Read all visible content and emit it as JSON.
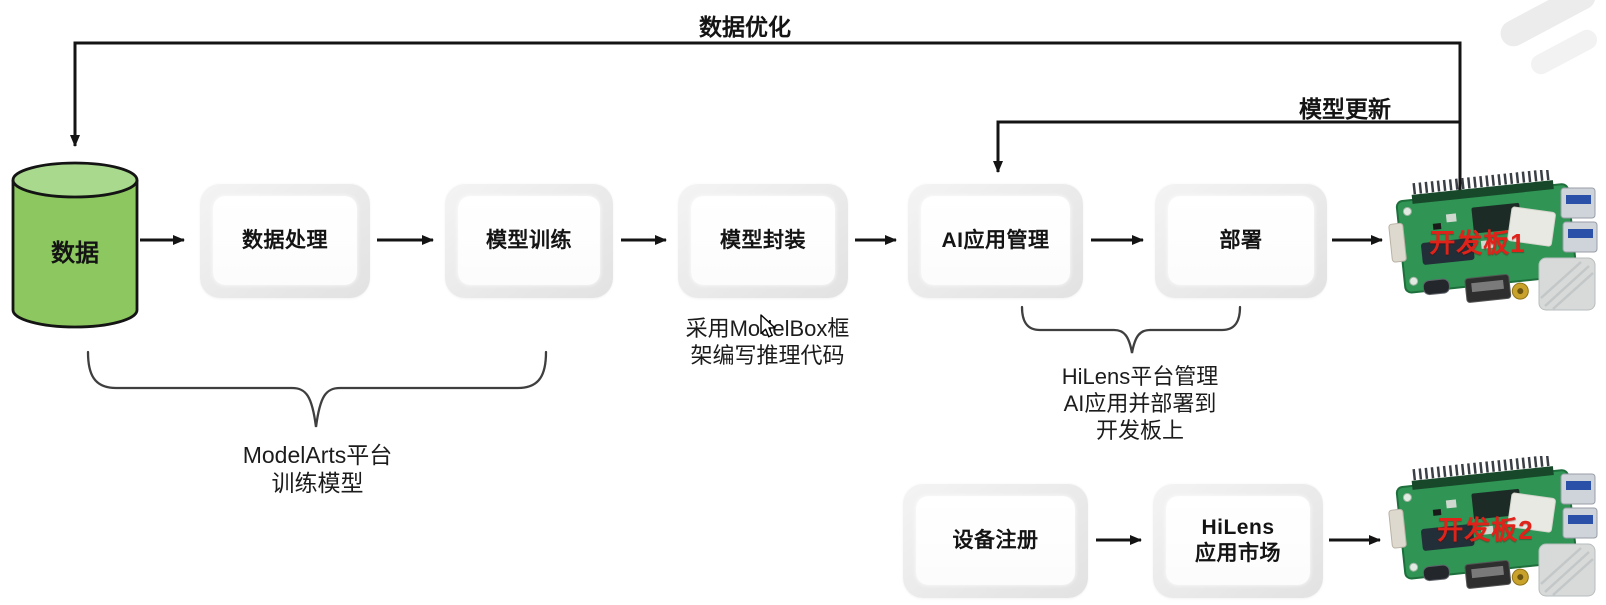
{
  "diagram": {
    "top_feedback_label": "数据优化",
    "model_update_label": "模型更新",
    "database": {
      "label": "数据"
    },
    "main_flow": [
      {
        "id": "data-processing",
        "label": "数据处理"
      },
      {
        "id": "model-training",
        "label": "模型训练"
      },
      {
        "id": "model-packaging",
        "label": "模型封装"
      },
      {
        "id": "ai-app-management",
        "label": "AI应用管理"
      },
      {
        "id": "deployment",
        "label": "部署"
      }
    ],
    "bottom_flow": [
      {
        "id": "device-registration",
        "label": "设备注册"
      },
      {
        "id": "hilens-app-market",
        "label": "HiLens\n应用市场"
      }
    ],
    "boards": [
      {
        "label": "开发板1"
      },
      {
        "label": "开发板2"
      }
    ],
    "notes": {
      "modelbox": "采用ModelBox框\n架编写推理代码",
      "modelarts": "ModelArts平台\n训练模型",
      "hilens": "HiLens平台管理\nAI应用并部署到\n开发板上"
    },
    "colors": {
      "database_fill": "#8cc85f",
      "database_top": "#a8d98c",
      "line": "#141414",
      "brace": "#3f3f3f",
      "node_bg": "#ececec",
      "node_inner": "#ffffff",
      "board_red_label": "#e0231a",
      "pcb_green": "#2f9454"
    }
  }
}
